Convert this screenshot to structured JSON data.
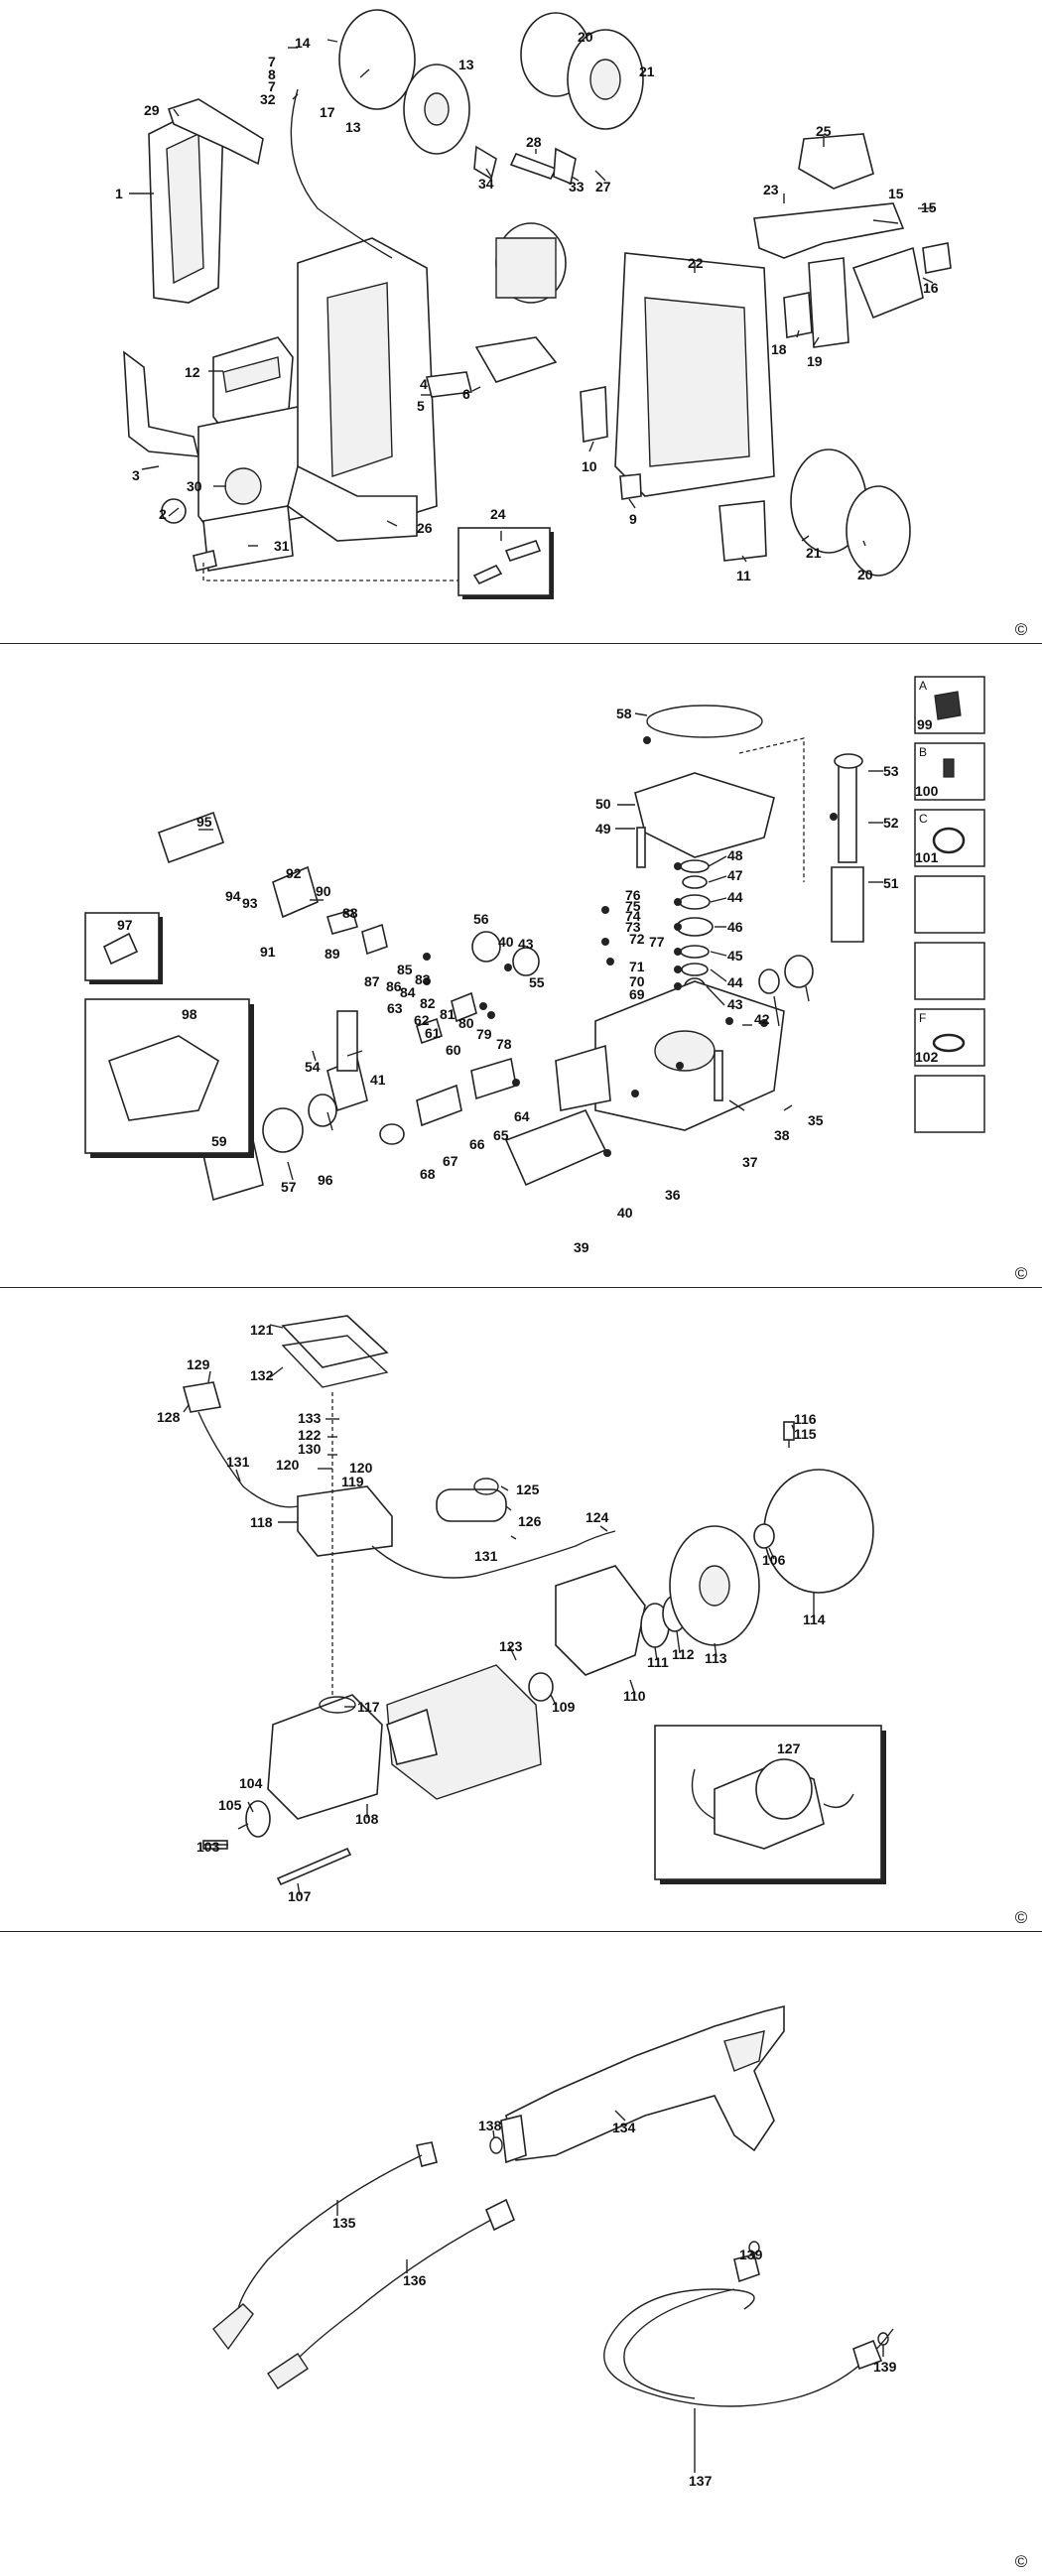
{
  "sheets": [
    {
      "id": "sheet-1",
      "labels": [
        "1",
        "2",
        "3",
        "4",
        "5",
        "6",
        "7",
        "8",
        "7",
        "9",
        "10",
        "11",
        "12",
        "13",
        "13",
        "14",
        "15",
        "15",
        "16",
        "17",
        "18",
        "19",
        "20",
        "20",
        "21",
        "21",
        "22",
        "23",
        "24",
        "25",
        "26",
        "27",
        "28",
        "29",
        "30",
        "31",
        "32",
        "33",
        "34"
      ]
    },
    {
      "id": "sheet-2",
      "labels": [
        "35",
        "36",
        "37",
        "38",
        "39",
        "40",
        "40",
        "41",
        "42",
        "43",
        "43",
        "44",
        "44",
        "45",
        "46",
        "47",
        "48",
        "49",
        "50",
        "51",
        "52",
        "53",
        "54",
        "55",
        "56",
        "57",
        "58",
        "59",
        "60",
        "61",
        "62",
        "63",
        "64",
        "65",
        "66",
        "67",
        "68",
        "69",
        "70",
        "71",
        "72",
        "73",
        "74",
        "75",
        "76",
        "77",
        "78",
        "79",
        "80",
        "81",
        "82",
        "83",
        "84",
        "85",
        "86",
        "87",
        "88",
        "89",
        "90",
        "91",
        "92",
        "93",
        "94",
        "95",
        "96",
        "97",
        "98"
      ],
      "kits": [
        {
          "letter": "A",
          "number": "99"
        },
        {
          "letter": "B",
          "number": "100"
        },
        {
          "letter": "C",
          "number": "101"
        },
        {
          "letter": "",
          "number": ""
        },
        {
          "letter": "",
          "number": ""
        },
        {
          "letter": "F",
          "number": "102"
        },
        {
          "letter": "",
          "number": ""
        }
      ]
    },
    {
      "id": "sheet-3",
      "labels": [
        "103",
        "104",
        "105",
        "106",
        "107",
        "108",
        "109",
        "110",
        "111",
        "112",
        "113",
        "114",
        "115",
        "116",
        "117",
        "118",
        "119",
        "120",
        "120",
        "121",
        "122",
        "123",
        "124",
        "125",
        "126",
        "127",
        "128",
        "129",
        "130",
        "131",
        "131",
        "132",
        "133"
      ]
    },
    {
      "id": "sheet-4",
      "labels": [
        "134",
        "135",
        "136",
        "137",
        "138",
        "139",
        "139"
      ]
    }
  ],
  "copyright_symbol": "©"
}
